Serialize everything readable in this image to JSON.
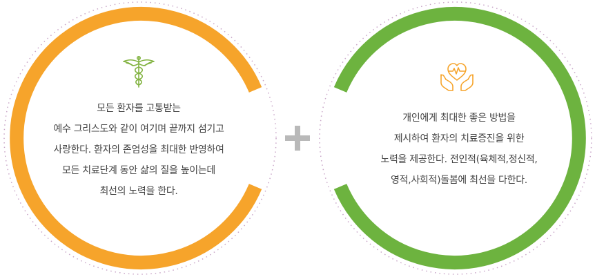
{
  "left_card": {
    "icon": "caduceus-icon",
    "accent_color": "#f6a42b",
    "icon_color": "#82b341",
    "lines": [
      "모든 환자를 고통받는",
      "예수 그리스도와 같이 여기며 끝까지 섬기고",
      "사랑한다. 환자의 존엄성을 최대한 반영하여",
      "모든 치료단계 동안 삶의 질을 높이는데",
      "최선의 노력을 한다."
    ]
  },
  "right_card": {
    "icon": "heart-hands-icon",
    "accent_color": "#6db33f",
    "icon_color": "#f6a42b",
    "lines": [
      "개인에게 최대한 좋은 방법을",
      "제시하여 환자의 치료증진을 위한",
      "노력을 제공한다. 전인적(육체적,정신적,",
      "영적,사회적)돌봄에 최선을 다한다."
    ]
  },
  "connector": {
    "icon": "plus-icon",
    "color": "#b9b9b9"
  }
}
